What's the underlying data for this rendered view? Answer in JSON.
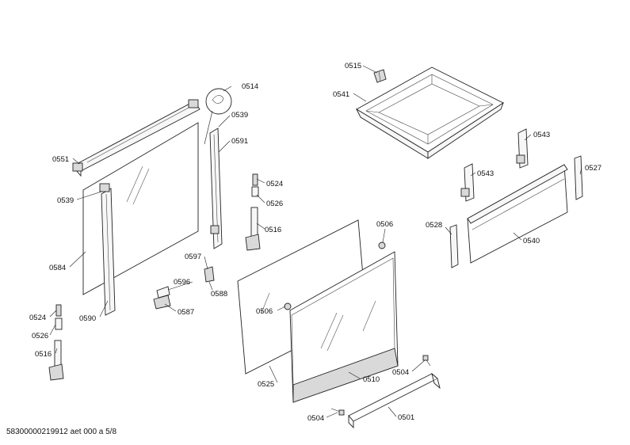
{
  "labels": {
    "p0515": "0515",
    "p0541": "0541",
    "p0514": "0514",
    "p0539a": "0539",
    "p0591": "0591",
    "p0551": "0551",
    "p0539b": "0539",
    "p0524a": "0524",
    "p0526a": "0526",
    "p0516a": "0516",
    "p0584": "0584",
    "p0597": "0597",
    "p0596": "0596",
    "p0588": "0588",
    "p0587": "0587",
    "p0590": "0590",
    "p0524b": "0524",
    "p0526b": "0526",
    "p0516b": "0516",
    "p0506a": "0506",
    "p0506b": "0506",
    "p0525": "0525",
    "p0510": "0510",
    "p0504a": "0504",
    "p0504b": "0504",
    "p0501": "0501",
    "p0543a": "0543",
    "p0543b": "0543",
    "p0527": "0527",
    "p0528": "0528",
    "p0540": "0540"
  },
  "footer": "58300000219912 aet 000 a 5/8"
}
